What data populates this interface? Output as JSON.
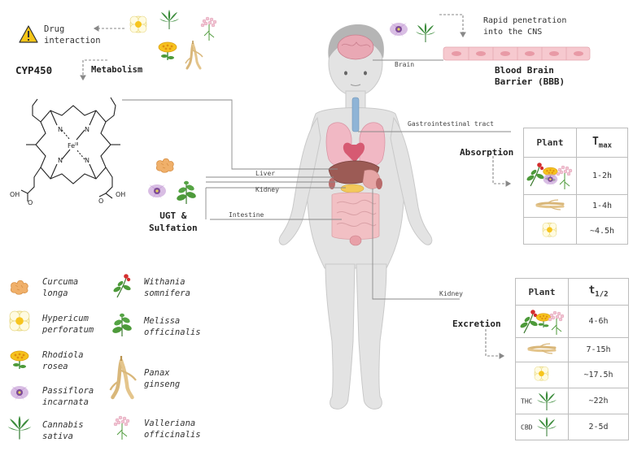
{
  "colors": {
    "line": "#8a8a8a",
    "arrow": "#888888",
    "body": "#e3e3e3",
    "warning": "#f5c518"
  },
  "top": {
    "drug_interaction": "Drug\ninteraction",
    "cyp450": "CYP450",
    "metabolism": "Metabolism",
    "rapid_penetration": "Rapid penetration\ninto the CNS",
    "bbb": "Blood Brain\nBarrier (BBB)",
    "brain": "Brain"
  },
  "heme": {
    "fe": "Fe",
    "fe_sup": "III",
    "n": "N",
    "oh": "OH",
    "o": "O"
  },
  "organs": {
    "gi_tract": "Gastrointestinal tract",
    "liver": "Liver",
    "kidney": "Kidney",
    "intestine": "Intestine",
    "kidney_excretion": "Kidney"
  },
  "ugt": "UGT &\nSulfation",
  "absorption": {
    "label": "Absorption",
    "header_plant": "Plant",
    "header_t": "T",
    "header_sub": "max",
    "rows": [
      {
        "plant_icons": [
          "withania-icon",
          "rhodiola-icon",
          "passiflora-icon",
          "valeriana-icon"
        ],
        "value": "1-2h"
      },
      {
        "plant_icons": [
          "ginseng-icon"
        ],
        "value": "1-4h"
      },
      {
        "plant_icons": [
          "hypericum-icon"
        ],
        "value": "~4.5h"
      }
    ]
  },
  "excretion": {
    "label": "Excretion",
    "header_plant": "Plant",
    "header_t": "t",
    "header_sub": "1/2",
    "rows": [
      {
        "plant_label": "",
        "plant_icons": [
          "withania-icon",
          "rhodiola-icon",
          "valeriana-icon"
        ],
        "value": "4-6h"
      },
      {
        "plant_label": "",
        "plant_icons": [
          "ginseng-icon"
        ],
        "value": "7-15h"
      },
      {
        "plant_label": "",
        "plant_icons": [
          "hypericum-icon"
        ],
        "value": "~17.5h"
      },
      {
        "plant_label": "THC",
        "plant_icons": [
          "cannabis-icon"
        ],
        "value": "~22h"
      },
      {
        "plant_label": "CBD",
        "plant_icons": [
          "cannabis-icon"
        ],
        "value": "2-5d"
      }
    ]
  },
  "legend": [
    {
      "icon": "curcuma-icon",
      "name": "Curcuma\nlonga"
    },
    {
      "icon": "hypericum-icon",
      "name": "Hypericum\nperforatum"
    },
    {
      "icon": "rhodiola-icon",
      "name": "Rhodiola\nrosea"
    },
    {
      "icon": "passiflora-icon",
      "name": "Passiflora\nincarnata"
    },
    {
      "icon": "cannabis-icon",
      "name": "Cannabis\nsativa"
    },
    {
      "icon": "withania-icon",
      "name": "Withania\nsomnifera"
    },
    {
      "icon": "melissa-icon",
      "name": "Melissa\nofficinalis"
    },
    {
      "icon": "ginseng-icon",
      "name": "Panax\nginseng"
    },
    {
      "icon": "valeriana-icon",
      "name": "Valleriana\nofficinalis"
    }
  ]
}
